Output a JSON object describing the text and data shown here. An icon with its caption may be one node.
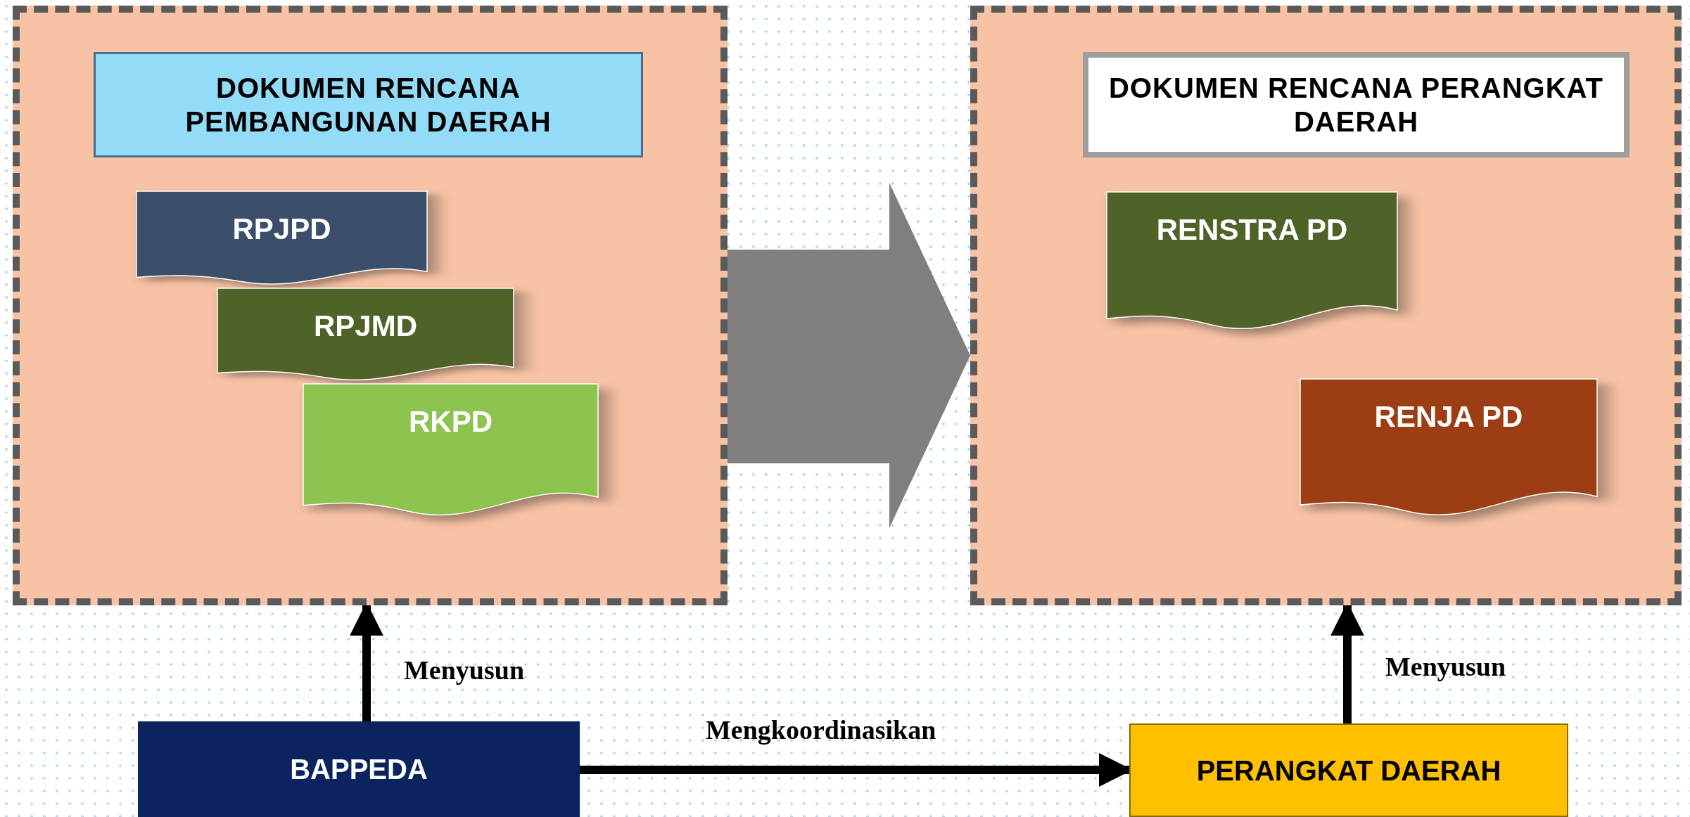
{
  "diagram": {
    "nodes": [
      {
        "text": [],
        "shape": "box"
      },
      {
        "text": [
          "DOKUMEN RENCANA PEMBANGUNAN DAERAH"
        ],
        "in": 0
      },
      {
        "text": [
          "RPJPD"
        ],
        "in": 0
      },
      {
        "text": [
          "RPJMD"
        ],
        "in": 0
      },
      {
        "text": [
          "RKPD"
        ],
        "in": 0
      },
      {
        "text": [],
        "shape": "box"
      },
      {
        "text": [
          "DOKUMEN RENCANA PERANGKAT DAERAH"
        ],
        "in": 5
      },
      {
        "text": [
          "RENSTRA PD"
        ],
        "in": 5
      },
      {
        "text": [
          "RENJA PD"
        ],
        "in": 5
      },
      {
        "text": [
          "BAPPEDA"
        ]
      },
      {
        "text": [
          "PERANGKAT DAERAH"
        ]
      }
    ],
    "edges": [
      {
        "from": 9,
        "to": 0,
        "arrow": "to",
        "label": "Menyusun"
      },
      {
        "from": 10,
        "to": 5,
        "arrow": "to",
        "label": "Menyusun"
      },
      {
        "from": 9,
        "to": 10,
        "arrow": "to",
        "label": "Mengkoordinasikan"
      },
      {
        "from": 0,
        "to": 5,
        "arrow": "to",
        "style": "thick",
        "color": "#7f7f7f"
      }
    ]
  }
}
